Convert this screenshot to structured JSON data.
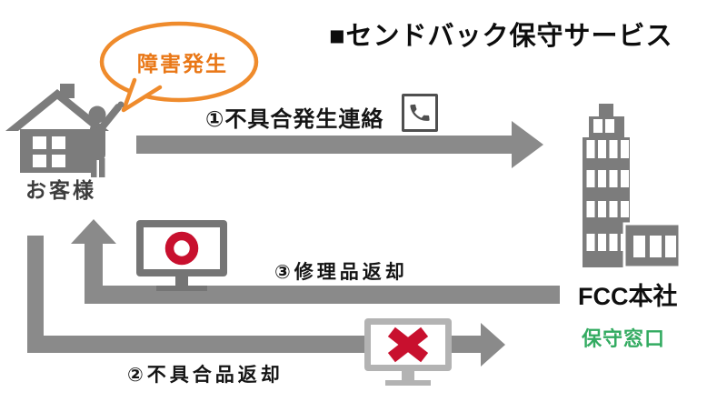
{
  "title": "■センドバック保守サービス",
  "customer": {
    "label": "お客様",
    "bubble": "障害発生"
  },
  "fcc": {
    "name": "FCC本社",
    "desk": "保守窓口"
  },
  "steps": {
    "report": {
      "label": "①不具合発生連絡"
    },
    "send": {
      "label": "②不具合品返却"
    },
    "return": {
      "label": "③修理品返却"
    }
  },
  "colors": {
    "flow_gray": "#8a8a8a",
    "icon_gray": "#7c7c7c",
    "monitor_ok_frame": "#757575",
    "monitor_ng_frame": "#b3b3b3",
    "orange_accent": "#ef8b2c",
    "orange_text": "#e97716",
    "status_red": "#c8102e",
    "desk_green": "#33ab61",
    "text_black": "#0d0d0d"
  },
  "icons": {
    "phone": "telephone-handset",
    "customer": "house-with-person-waving",
    "headquarters": "office-building",
    "repaired_item": "monitor-with-ok-circle",
    "defective_item": "monitor-with-ng-cross"
  }
}
